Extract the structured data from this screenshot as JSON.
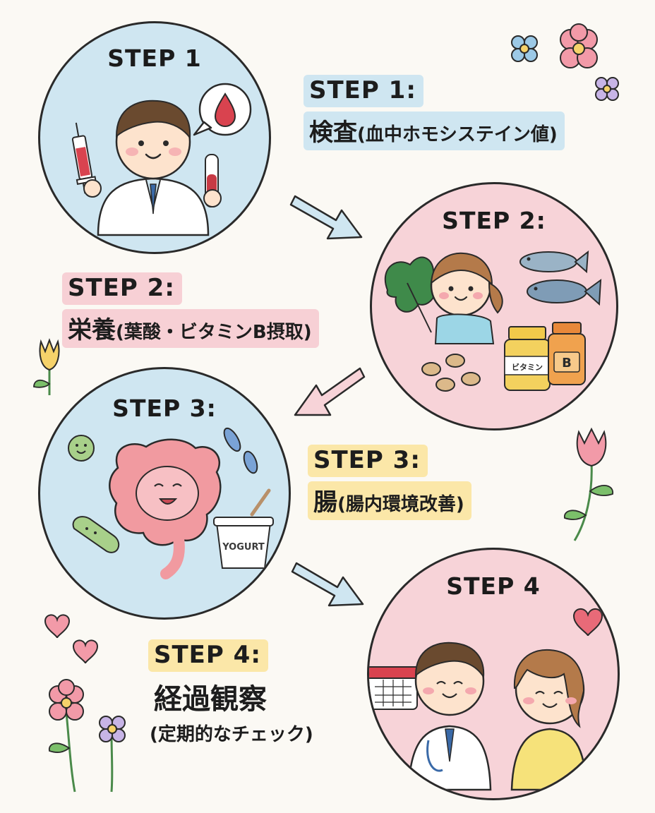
{
  "steps": [
    {
      "circle_title": "STEP 1",
      "label": "STEP 1:",
      "heading": "検査",
      "detail": "(血中ホモシステイン値)"
    },
    {
      "circle_title": "STEP 2:",
      "label": "STEP 2:",
      "heading": "栄養",
      "detail": "(葉酸・ビタミンB摂取)"
    },
    {
      "circle_title": "STEP 3:",
      "label": "STEP 3:",
      "heading": "腸",
      "detail": "(腸内環境改善)"
    },
    {
      "circle_title": "STEP 4",
      "label": "STEP 4:",
      "heading": "経過観察",
      "detail": "(定期的なチェック)"
    }
  ],
  "illustration_text": {
    "vitamin_bottle": "ビタミン",
    "b_bottle": "B",
    "yogurt": "YOGURT"
  },
  "colors": {
    "step1_circle": "#cfe6f1",
    "step2_circle": "#f7d3d8",
    "step3_circle": "#cfe6f1",
    "step4_circle": "#f7d3d8",
    "step1_highlight": "#cfe6f1",
    "step2_highlight": "#f7d0d5",
    "step3_highlight": "#fbe7a8",
    "step4_highlight": "#fbe7a8",
    "arrow_blue": "#cfe6f1",
    "arrow_pink": "#f7d3d8"
  }
}
